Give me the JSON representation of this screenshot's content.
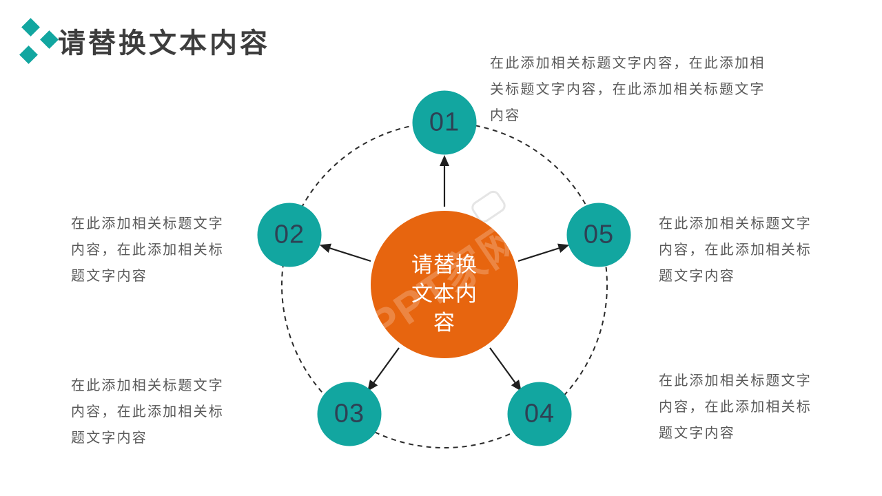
{
  "title": "请替换文本内容",
  "colors": {
    "teal": "#12a6a0",
    "orange": "#e7650f",
    "body_text": "#595959",
    "title_text": "#3d3d3d",
    "number_text": "#2e4154",
    "line": "#1f1f1f"
  },
  "center": {
    "label": "请替换文本内容",
    "label_lines": [
      "请替换",
      "文本内",
      "容"
    ],
    "watermark": "PPT家网"
  },
  "nodes": [
    {
      "id": "01"
    },
    {
      "id": "02"
    },
    {
      "id": "03"
    },
    {
      "id": "04"
    },
    {
      "id": "05"
    }
  ],
  "text_blocks": {
    "top_right": {
      "text": "在此添加相关标题文字内容，在此添加相关标题文字内容，在此添加相关标题文字内容",
      "lines": [
        "在此添加相关标题文字内容，在此添加相",
        "关标题文字内容，在此添加相关标题文字",
        "内容"
      ]
    },
    "left": {
      "text": "在此添加相关标题文字内容，在此添加相关标题文字内容",
      "lines": [
        "在此添加相关标题文字",
        "内容，在此添加相关标",
        "题文字内容"
      ]
    },
    "bottom_left": {
      "text": "在此添加相关标题文字内容，在此添加相关标题文字内容",
      "lines": [
        "在此添加相关标题文字",
        "内容，在此添加相关标",
        "题文字内容"
      ]
    },
    "right": {
      "text": "在此添加相关标题文字内容，在此添加相关标题文字内容",
      "lines": [
        "在此添加相关标题文字",
        "内容，在此添加相关标",
        "题文字内容"
      ]
    },
    "bottom_right": {
      "text": "在此添加相关标题文字内容，在此添加相关标题文字内容",
      "lines": [
        "在此添加相关标题文字",
        "内容，在此添加相关标",
        "题文字内容"
      ]
    }
  }
}
